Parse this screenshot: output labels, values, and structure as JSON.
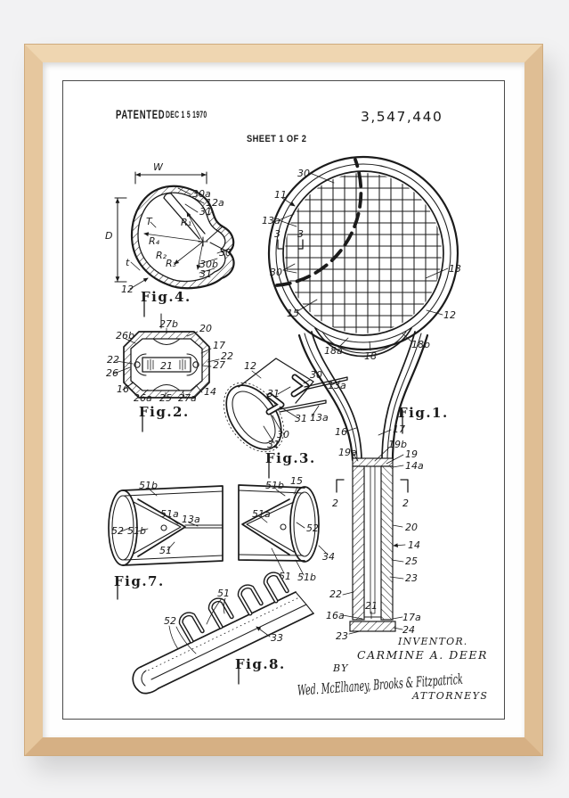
{
  "header": {
    "patented": "PATENTED",
    "patented_date": "DEC 1 5 1970",
    "patent_number": "3,547,440",
    "sheet": "SHEET 1 OF 2"
  },
  "figures": {
    "fig1": {
      "caption": "Fig.1.",
      "labels": [
        "30",
        "11",
        "13a",
        "3",
        "3",
        "30",
        "13",
        "15",
        "12",
        "18a",
        "18",
        "18b",
        "16",
        "17",
        "19a",
        "19b",
        "19",
        "14a",
        "2",
        "2",
        "20",
        "14",
        "25",
        "23",
        "22",
        "34",
        "16a",
        "21",
        "17a",
        "24",
        "23"
      ]
    },
    "fig2": {
      "caption": "Fig.2.",
      "labels": [
        "27b",
        "20",
        "26b",
        "22",
        "17",
        "22",
        "27",
        "26",
        "16",
        "26a",
        "25",
        "27a",
        "14",
        "21"
      ]
    },
    "fig3": {
      "caption": "Fig.3.",
      "labels": [
        "12",
        "30",
        "13a",
        "31",
        "31",
        "13a",
        "30",
        "31"
      ]
    },
    "fig4": {
      "caption": "Fig.4.",
      "labels": [
        "W",
        "30a",
        "12a",
        "31",
        "R₁",
        "T",
        "D",
        "R₄",
        "R₂",
        "R₃",
        "t",
        "30",
        "30b",
        "31",
        "12"
      ]
    },
    "fig7": {
      "caption": "Fig.7.",
      "labels": [
        "51b",
        "51a",
        "13a",
        "52",
        "51b",
        "51",
        "51b",
        "15",
        "51a",
        "52",
        "51",
        "51b"
      ]
    },
    "fig8": {
      "caption": "Fig.8.",
      "labels": [
        "52",
        "51",
        "33"
      ]
    }
  },
  "credits": {
    "inventor_label": "INVENTOR.",
    "inventor_name": "CARMINE A. DEER",
    "by_label": "BY",
    "attorneys_signature": "Wed. McElhaney, Brooks & Fitzpatrick",
    "attorneys_label": "ATTORNEYS"
  },
  "colors": {
    "background": "#f2f2f3",
    "frame_wood": "#e7c9a1",
    "frame_edge": "#cfab7e",
    "mat": "#fefefe",
    "paper": "#ffffff",
    "border": "#4a4a4a",
    "ink": "#1b1b1b"
  }
}
